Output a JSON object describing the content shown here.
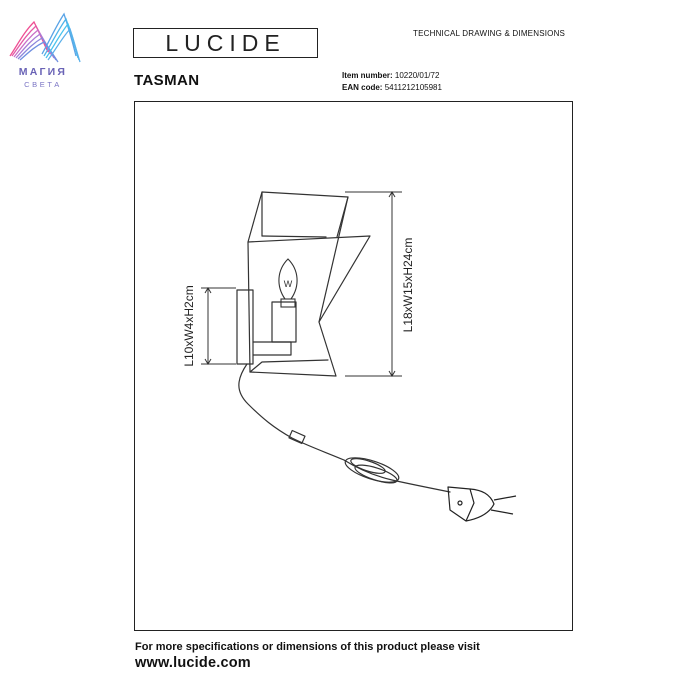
{
  "brand_badge": {
    "name": "МАГИЯ",
    "subtitle": "СВЕТА"
  },
  "header": {
    "brand": "LUCIDE",
    "document_type": "TECHNICAL DRAWING & DIMENSIONS",
    "product_name": "TASMAN",
    "item_number_label": "Item number:",
    "item_number": "10220/01/72",
    "ean_label": "EAN code:",
    "ean": "5411212105981"
  },
  "drawing": {
    "bulb_symbol": "W",
    "dimension_base": "L10xW4xH2cm",
    "dimension_shade": "L18xW15xH24cm",
    "icons": [
      "wall-lamp-drawing",
      "power-plug-icon"
    ]
  },
  "footer": {
    "note": "For more specifications or dimensions of this product please visit",
    "url": "www.lucide.com"
  }
}
